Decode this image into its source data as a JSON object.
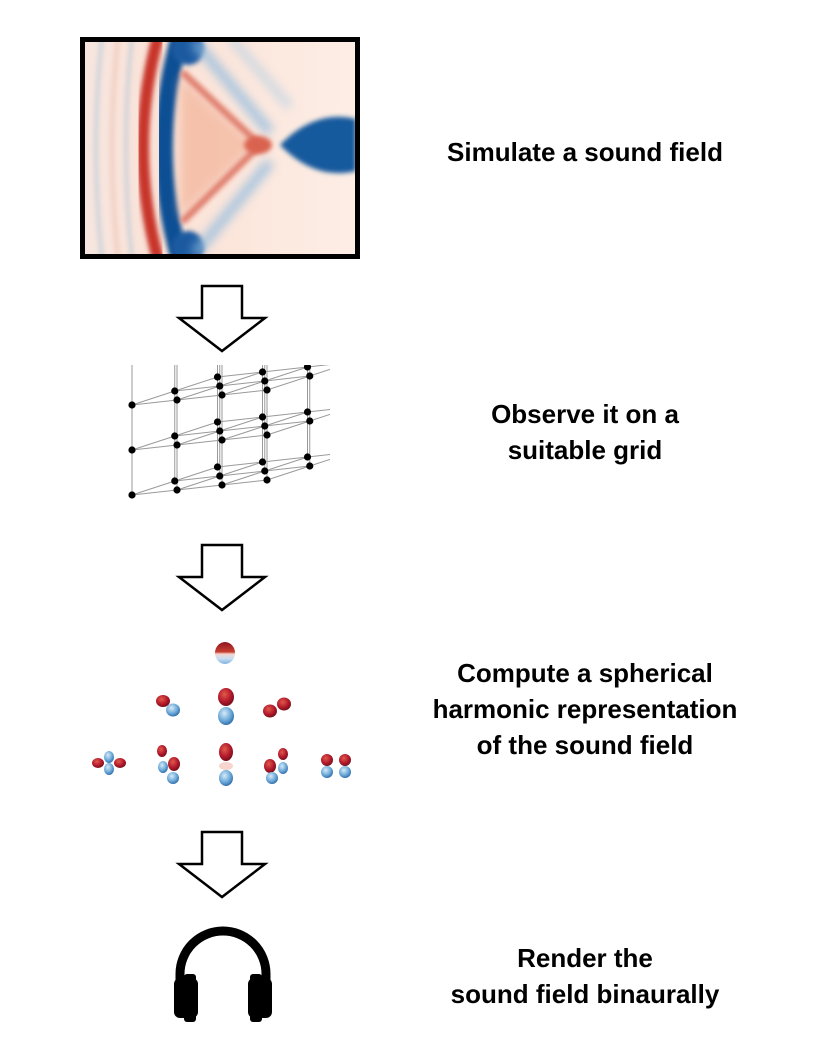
{
  "steps": [
    {
      "label": "Simulate a sound field",
      "icon": "sound-field-heatmap"
    },
    {
      "label": "Observe it on a\nsuitable grid",
      "icon": "grid-lattice"
    },
    {
      "label": "Compute a spherical\nharmonic representation\nof the sound field",
      "icon": "spherical-harmonics"
    },
    {
      "label": "Render the\nsound field binaurally",
      "icon": "headphones-icon"
    }
  ],
  "colors": {
    "positive": "#b2182b",
    "negative": "#1f5fa8",
    "outline": "#000000",
    "grid_line": "#9a9a9a",
    "grid_node": "#000000"
  }
}
